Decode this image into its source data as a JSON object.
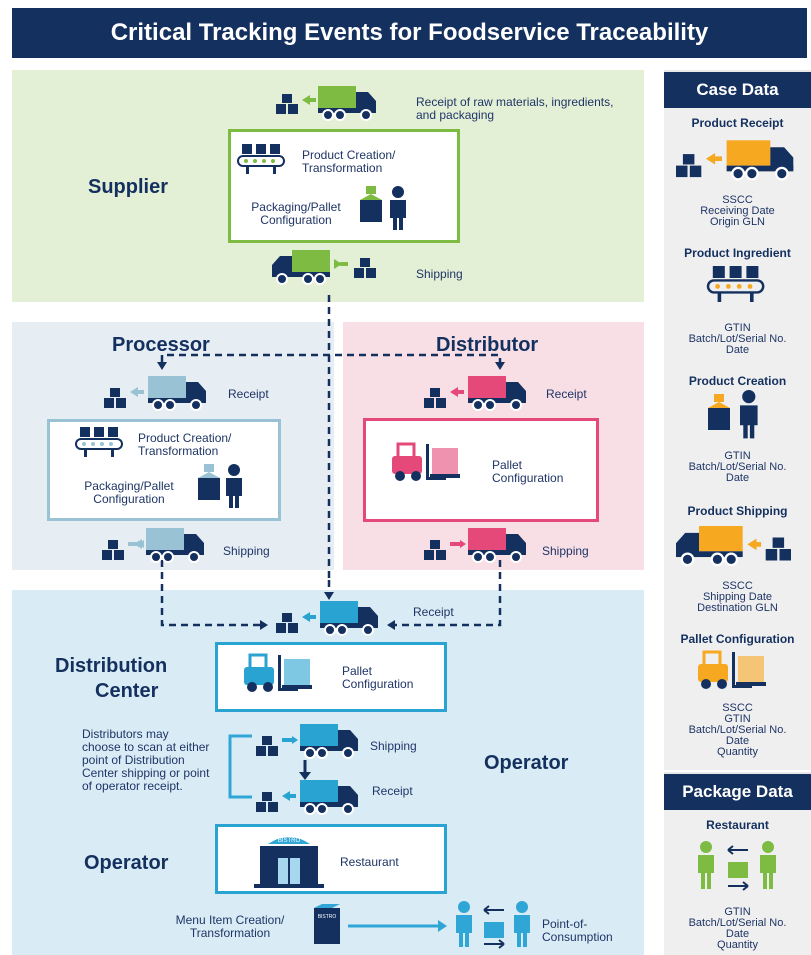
{
  "title": "Critical Tracking Events for Foodservice Traceability",
  "supplier": {
    "label": "Supplier",
    "receipt": "Receipt of raw materials, ingredients, and packaging",
    "creation": "Product Creation/ Transformation",
    "packaging": "Packaging/Pallet Configuration",
    "shipping": "Shipping"
  },
  "processor": {
    "label": "Processor",
    "receipt": "Receipt",
    "creation": "Product Creation/ Transformation",
    "packaging": "Packaging/Pallet Configuration",
    "shipping": "Shipping"
  },
  "distributor": {
    "label": "Distributor",
    "receipt": "Receipt",
    "pallet": "Pallet Configuration",
    "shipping": "Shipping"
  },
  "dc": {
    "label_line1": "Distribution",
    "label_line2": "Center",
    "receipt": "Receipt",
    "pallet": "Pallet Configuration",
    "shipping": "Shipping",
    "receipt2": "Receipt",
    "note": "Distributors may choose to scan at either point of Distribution Center shipping or point of operator receipt."
  },
  "operator": {
    "side_label": "Operator",
    "label": "Operator",
    "restaurant": "Restaurant",
    "bistro": "BISTRO",
    "menu": "Menu Item Creation/ Transformation",
    "poc": "Point-of- Consumption"
  },
  "sidebar": {
    "case_header": "Case Data",
    "package_header": "Package Data",
    "cards": [
      {
        "title": "Product Receipt",
        "lines": [
          "SSCC",
          "Receiving Date",
          "Origin GLN"
        ]
      },
      {
        "title": "Product Ingredient",
        "lines": [
          "GTIN",
          "Batch/Lot/Serial No.",
          "Date"
        ]
      },
      {
        "title": "Product Creation",
        "lines": [
          "GTIN",
          "Batch/Lot/Serial No.",
          "Date"
        ]
      },
      {
        "title": "Product Shipping",
        "lines": [
          "SSCC",
          "Shipping Date",
          "Destination GLN"
        ]
      },
      {
        "title": "Pallet Configuration",
        "lines": [
          "SSCC",
          "GTIN",
          "Batch/Lot/Serial No.",
          "Date",
          "Quantity"
        ]
      }
    ],
    "package_card": {
      "title": "Restaurant",
      "lines": [
        "GTIN",
        "Batch/Lot/Serial No.",
        "Date",
        "Quantity"
      ]
    }
  },
  "colors": {
    "navy": "#14305f",
    "green": "#7dbb42",
    "blue": "#29a3d1",
    "pink": "#e5497a",
    "orange": "#f6a821",
    "grey_blue": "#a9c7d6"
  }
}
